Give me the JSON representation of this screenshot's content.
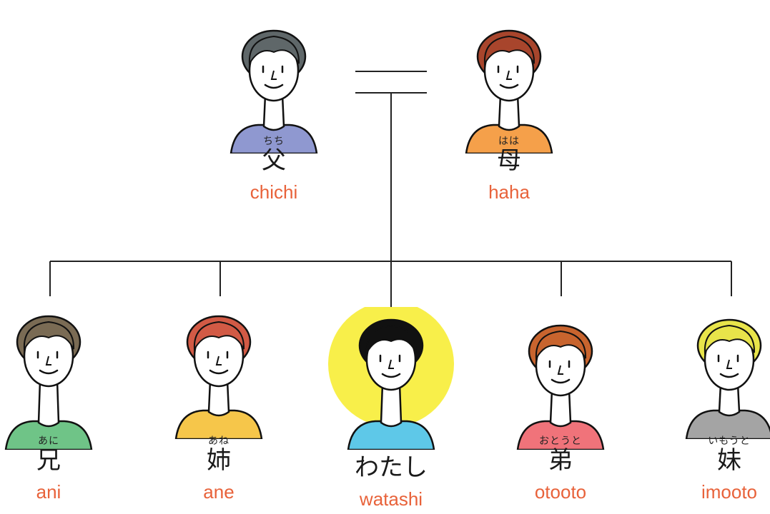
{
  "accent_color": "#e8623a",
  "highlight_color": "#f8ef4a",
  "parents": [
    {
      "id": "chichi",
      "furigana": "ちち",
      "kanji": "父",
      "romaji": "chichi",
      "hair": "#5f6769",
      "shirt": "#8f98d0",
      "icon": "father-icon"
    },
    {
      "id": "haha",
      "furigana": "はは",
      "kanji": "母",
      "romaji": "haha",
      "hair": "#a8452c",
      "shirt": "#f5a04a",
      "icon": "mother-icon"
    }
  ],
  "children": [
    {
      "id": "ani",
      "furigana": "あに",
      "kanji": "兄",
      "romaji": "ani",
      "hair": "#7a6b54",
      "shirt": "#6fc487",
      "icon": "older-brother-icon"
    },
    {
      "id": "ane",
      "furigana": "あね",
      "kanji": "姉",
      "romaji": "ane",
      "hair": "#d25a45",
      "shirt": "#f6c64a",
      "icon": "older-sister-icon"
    },
    {
      "id": "watashi",
      "furigana": "",
      "kanji": "わたし",
      "romaji": "watashi",
      "hair": "#111111",
      "shirt": "#5ec8e8",
      "icon": "self-icon"
    },
    {
      "id": "otooto",
      "furigana": "おとうと",
      "kanji": "弟",
      "romaji": "otooto",
      "hair": "#c8642e",
      "shirt": "#f0737a",
      "icon": "younger-brother-icon"
    },
    {
      "id": "imooto",
      "furigana": "いもうと",
      "kanji": "妹",
      "romaji": "imooto",
      "hair": "#e8e44a",
      "shirt": "#a4a4a4",
      "icon": "younger-sister-icon"
    }
  ]
}
